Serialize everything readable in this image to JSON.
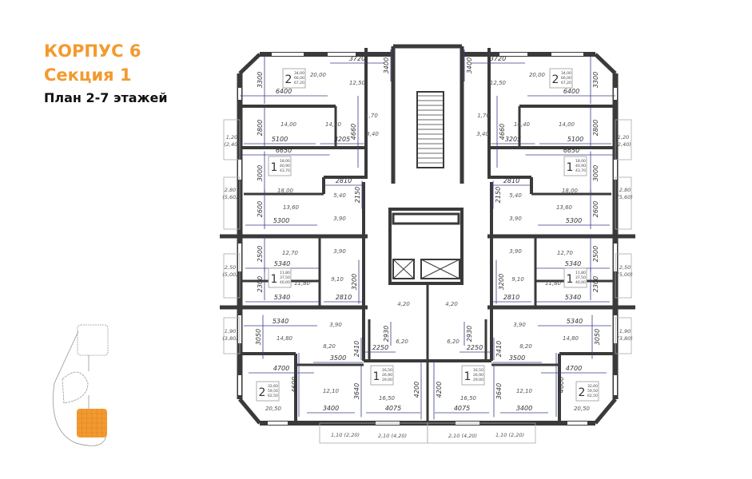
{
  "title": {
    "line1": "КОРПУС 6",
    "line2": "Секция 1",
    "line3": "План 2-7 этажей"
  },
  "colors": {
    "accent": "#f39a2e",
    "walls": "#3a3a3a",
    "dimension_lines": "#3b3b8a",
    "minimap_highlight": "#f39a2e"
  },
  "plan": {
    "rooms_left": [
      "20,00",
      "12,50",
      "14,00",
      "14,40",
      "1,70",
      "3,40",
      "18,00",
      "5,40",
      "13,60",
      "3,90",
      "12,70",
      "3,90",
      "9,10",
      "11,80",
      "14,80",
      "3,90",
      "8,20",
      "4,20",
      "6,20",
      "12,10",
      "16,50",
      "20,50"
    ],
    "rooms_right": [
      "20,00",
      "12,50",
      "14,00",
      "14,40",
      "1,70",
      "3,40",
      "18,00",
      "5,40",
      "13,60",
      "3,90",
      "12,70",
      "3,90",
      "9,10",
      "11,80",
      "14,80",
      "3,90",
      "8,20",
      "4,20",
      "6,20",
      "12,10",
      "16,50",
      "20,50"
    ],
    "dims_left": [
      "3720",
      "3400",
      "3300",
      "6400",
      "2800",
      "5100",
      "3205",
      "4660",
      "6650",
      "3000",
      "2810",
      "2150",
      "2600",
      "5300",
      "2500",
      "5340",
      "2300",
      "5340",
      "3200",
      "2810",
      "5340",
      "3050",
      "2410",
      "3500",
      "4700",
      "4600",
      "3640",
      "3400",
      "2930",
      "2250",
      "4200",
      "4075"
    ],
    "dims_right": [
      "3720",
      "3400",
      "3300",
      "6400",
      "2800",
      "5100",
      "3205",
      "4660",
      "6650",
      "3000",
      "2810",
      "2150",
      "2600",
      "5300",
      "2500",
      "5340",
      "2300",
      "5340",
      "3200",
      "2810",
      "5340",
      "3050",
      "2410",
      "3500",
      "4700",
      "4600",
      "3640",
      "3400",
      "2930",
      "2250",
      "4200",
      "4075"
    ],
    "balconies_left": [
      "1,20",
      "(2,40)",
      "2,80",
      "(5,60)",
      "2,50",
      "(5,00)",
      "1,90",
      "(3,80)",
      "1,10 (2,20)",
      "2,10 (4,20)"
    ],
    "balconies_right": [
      "1,20",
      "(2,40)",
      "2,80",
      "(5,60)",
      "2,50",
      "(5,00)",
      "1,90",
      "(3,80)",
      "1,10 (2,20)",
      "2,10 (4,20)"
    ],
    "apartments_left": [
      {
        "rooms": "2",
        "areas": [
          "34,00",
          "66,00",
          "67,20"
        ]
      },
      {
        "rooms": "1",
        "areas": [
          "18,00",
          "40,90",
          "43,70"
        ]
      },
      {
        "rooms": "1",
        "areas": [
          "11,80",
          "37,50",
          "40,00"
        ]
      },
      {
        "rooms": "2",
        "areas": [
          "32,60",
          "59,50",
          "62,50"
        ]
      },
      {
        "rooms": "1",
        "areas": [
          "16,50",
          "26,90",
          "29,00"
        ]
      }
    ],
    "apartments_right": [
      {
        "rooms": "2",
        "areas": [
          "34,00",
          "66,00",
          "67,20"
        ]
      },
      {
        "rooms": "1",
        "areas": [
          "18,00",
          "40,90",
          "43,70"
        ]
      },
      {
        "rooms": "1",
        "areas": [
          "11,80",
          "37,50",
          "40,00"
        ]
      },
      {
        "rooms": "2",
        "areas": [
          "32,60",
          "59,50",
          "62,50"
        ]
      },
      {
        "rooms": "1",
        "areas": [
          "16,50",
          "26,90",
          "29,00"
        ]
      }
    ]
  },
  "minimap": {
    "highlighted_section": "Секция 1"
  }
}
